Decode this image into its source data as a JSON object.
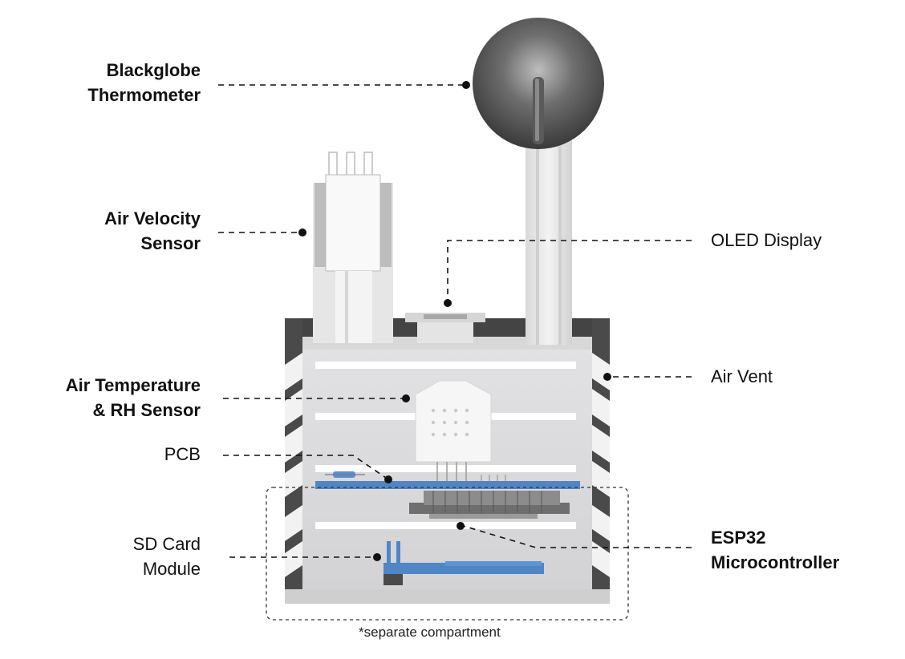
{
  "labels": {
    "blackglobe": {
      "line1": "Blackglobe",
      "line2": "Thermometer"
    },
    "air_velocity": {
      "line1": "Air Velocity",
      "line2": "Sensor"
    },
    "air_temperature": {
      "line1": "Air Temperature",
      "line2": "& RH Sensor"
    },
    "pcb": "PCB",
    "sd_card": {
      "line1": "SD Card",
      "line2": "Module"
    },
    "oled": "OLED Display",
    "air_vent": "Air Vent",
    "esp32": {
      "line1": "ESP32",
      "line2": "Microcontroller"
    }
  },
  "footnote": "*separate compartment",
  "colors": {
    "housing_dark": "#3e3e3e",
    "housing_light": "#eeeeee",
    "globe": "#4a4a4a",
    "pcb_blue": "#4f86c6",
    "leader": "#111111"
  }
}
